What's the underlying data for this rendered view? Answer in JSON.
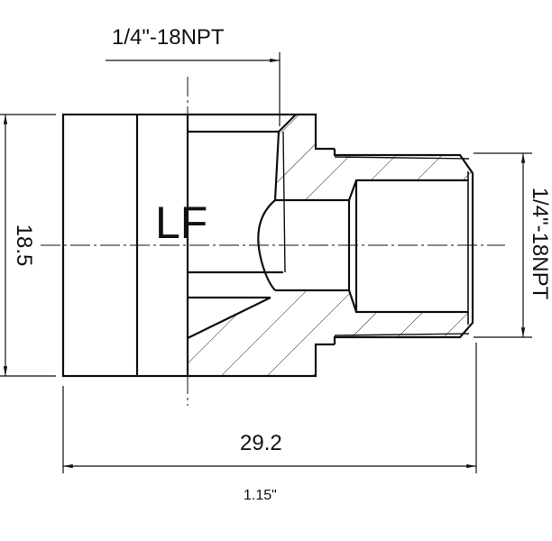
{
  "drawing": {
    "part_code": "LF",
    "dimensions": {
      "top_thread": "1/4\"-18NPT",
      "right_thread": "1/4\"-18NPT",
      "height": "18.5",
      "length_mm": "29.2",
      "length_in": "1.15\""
    },
    "colors": {
      "line": "#111111",
      "background": "#ffffff"
    }
  }
}
